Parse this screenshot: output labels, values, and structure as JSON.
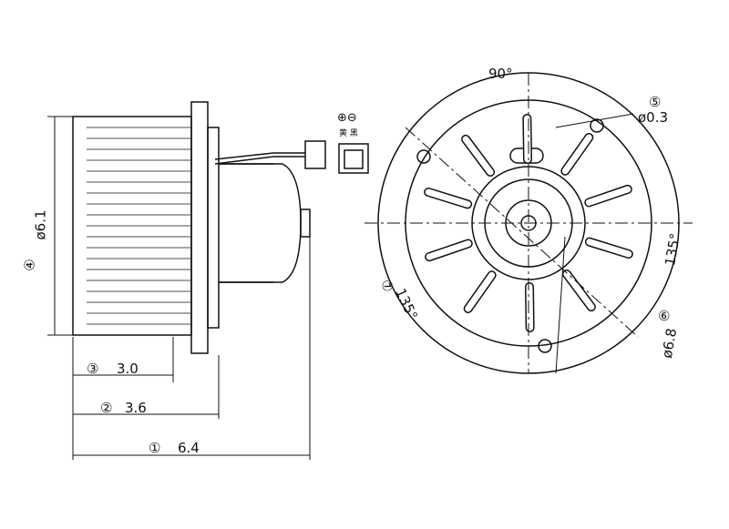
{
  "title": "Blower motor dimension drawing",
  "connector": {
    "pins": "⊕⊖",
    "wire_colors": "黄 黑"
  },
  "dims": {
    "d1": {
      "marker": "①",
      "value": "6.4"
    },
    "d2": {
      "marker": "②",
      "value": "3.6"
    },
    "d3": {
      "marker": "③",
      "value": "3.0"
    },
    "d4": {
      "marker": "④",
      "value": "ø6.1"
    },
    "d5": {
      "marker": "⑤",
      "value": "ø0.3"
    },
    "d6": {
      "marker": "⑥",
      "value": "ø6.8"
    },
    "d7": {
      "marker": "⑦",
      "value": "135°"
    },
    "angle_top": "90°",
    "angle_right": "135°"
  }
}
